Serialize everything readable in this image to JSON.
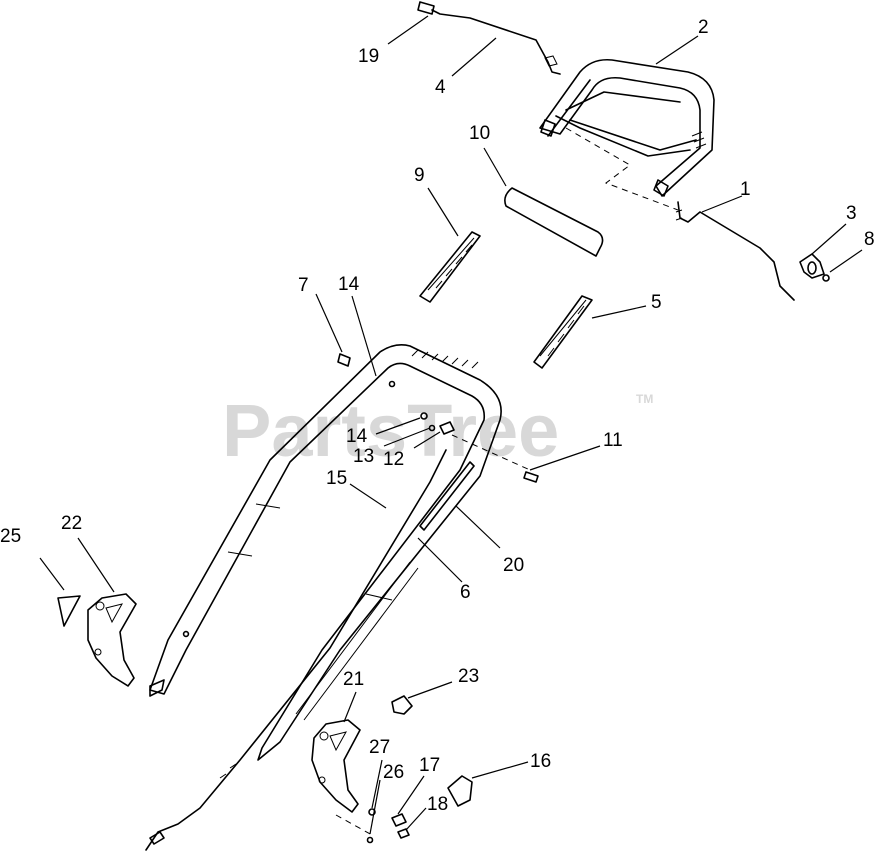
{
  "watermark": {
    "text": "PartsTree",
    "trademark": "TM",
    "color": "#c8c8c8"
  },
  "callouts": [
    {
      "id": "c1",
      "label": "1"
    },
    {
      "id": "c2",
      "label": "2"
    },
    {
      "id": "c3",
      "label": "3"
    },
    {
      "id": "c4",
      "label": "4"
    },
    {
      "id": "c5",
      "label": "5"
    },
    {
      "id": "c6",
      "label": "6"
    },
    {
      "id": "c7",
      "label": "7"
    },
    {
      "id": "c8",
      "label": "8"
    },
    {
      "id": "c9",
      "label": "9"
    },
    {
      "id": "c10",
      "label": "10"
    },
    {
      "id": "c11",
      "label": "11"
    },
    {
      "id": "c12",
      "label": "12"
    },
    {
      "id": "c13",
      "label": "13"
    },
    {
      "id": "c14a",
      "label": "14"
    },
    {
      "id": "c14b",
      "label": "14"
    },
    {
      "id": "c15",
      "label": "15"
    },
    {
      "id": "c16",
      "label": "16"
    },
    {
      "id": "c17",
      "label": "17"
    },
    {
      "id": "c18",
      "label": "18"
    },
    {
      "id": "c19",
      "label": "19"
    },
    {
      "id": "c20",
      "label": "20"
    },
    {
      "id": "c21",
      "label": "21"
    },
    {
      "id": "c22",
      "label": "22"
    },
    {
      "id": "c23",
      "label": "23"
    },
    {
      "id": "c25",
      "label": "25"
    },
    {
      "id": "c26",
      "label": "26"
    },
    {
      "id": "c27",
      "label": "27"
    }
  ]
}
